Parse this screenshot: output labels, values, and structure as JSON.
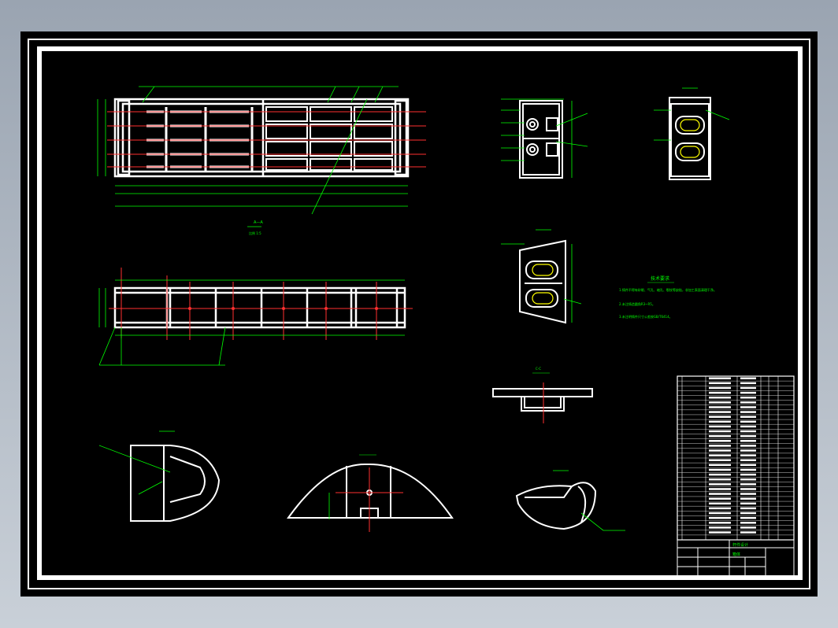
{
  "drawing": {
    "notes_title": "技术要求",
    "notes": [
      "1.铸件不得有砂眼、气孔、缩孔、裂纹等缺陷，非加工表面清理干净。",
      "2.未注铸造圆角R3~R5。",
      "3.未注明铸件尺寸公差按GB/T6414。"
    ],
    "section_label_a": "A-A",
    "section_label_c": "C-C",
    "title_block": {
      "company_line": "杆件设计",
      "drawing_name": "箱体"
    }
  },
  "colors": {
    "background": "#000000",
    "outline": "#ffffff",
    "dimension": "#00ff00",
    "centerline": "#ff3030",
    "accent": "#ffff00"
  }
}
